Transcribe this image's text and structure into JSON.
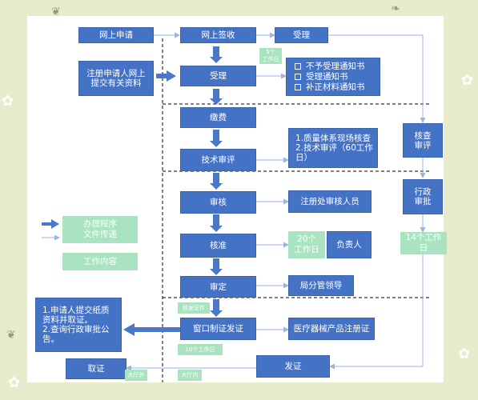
{
  "boxes": {
    "online_apply": "网上申请",
    "online_receive": "网上签收",
    "accept_top": "受理",
    "register_apply": "注册申请人网上\n提交有关资料",
    "accept": "受理",
    "notices": [
      "不予受理通知书",
      "受理通知书",
      "补正材料通知书"
    ],
    "pay": "缴费",
    "tech_review": "技术审评",
    "tech_review_notes": "1.质量体系现场核查\n2.技术审评（60工作\n日）",
    "review_check": "核查\n审评",
    "audit": "审核",
    "registrar": "注册处审核人员",
    "admin_approve": "行政\n审批",
    "approve": "核准",
    "responsible": "负责人",
    "decide": "审定",
    "bureau_leader": "局分管领导",
    "paper_docs": "1.申请人提交纸质\n资料并取证。\n2.查询行政审批公\n告。",
    "window_cert": "窗口制证发证",
    "product_cert": "医疗器械产品注册证",
    "fetch_cert": "取证",
    "issue_cert": "发证"
  },
  "greens": {
    "days_5": "5个\n工作日",
    "days_20": "20个\n工作日",
    "days_14": "14个工作\n日",
    "cert_receive": "核发证件",
    "days_10": "10个工作日",
    "hall_out": "大厅外",
    "hall_in": "大厅内"
  },
  "legend": {
    "process": "办理程序\n文件传递",
    "work_content": "工作内容"
  },
  "colors": {
    "box_blue": "#4472c4",
    "arrow_blue": "#4a78c8",
    "line_blue": "#9ab3e0",
    "green": "#a9e3c0",
    "dashed": "#000000",
    "background": "#e8eccd"
  }
}
